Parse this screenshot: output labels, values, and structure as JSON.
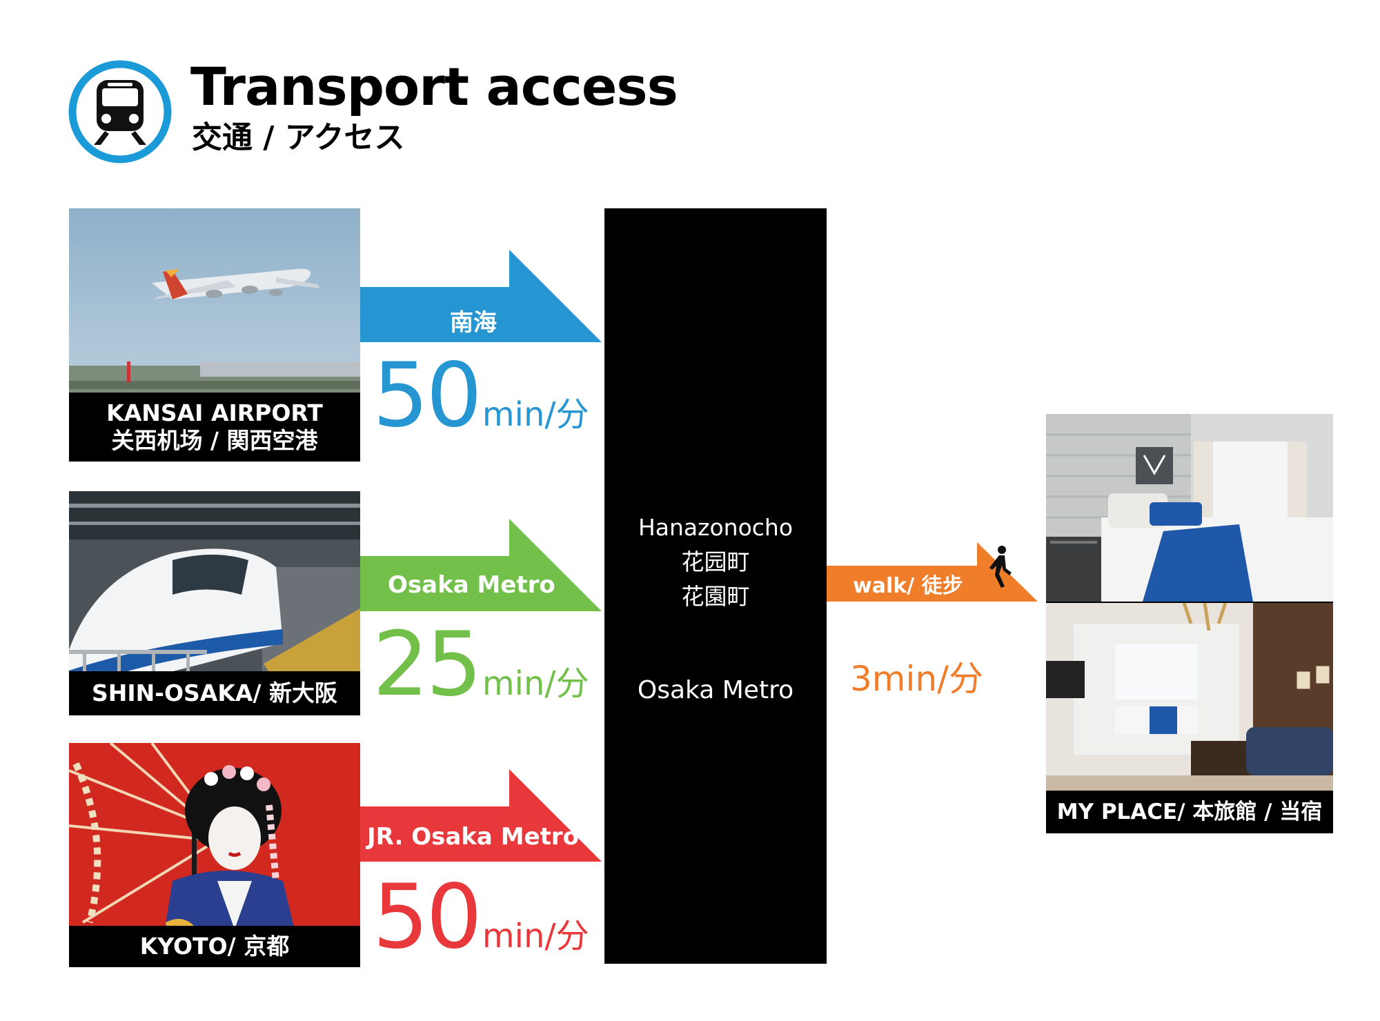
{
  "header": {
    "title": "Transport access",
    "subtitle": "交通 / アクセス",
    "icon": "train-icon",
    "accent_color": "#1a9ad6"
  },
  "origins": [
    {
      "caption_line1": "KANSAI AIRPORT",
      "caption_line2": "关西机场 / 関西空港",
      "photo": "airplane-photo",
      "route_label": "南海",
      "time_value": "50",
      "time_unit": "min/分",
      "color": "#2596d1"
    },
    {
      "caption_line1": "SHIN-OSAKA/ 新大阪",
      "photo": "bullet-train-photo",
      "route_label": "Osaka Metro",
      "time_value": "25",
      "time_unit": "min/分",
      "color": "#72c04a"
    },
    {
      "caption_line1": "KYOTO/ 京都",
      "photo": "geisha-photo",
      "route_label": "JR. Osaka Metro",
      "time_value": "50",
      "time_unit": "min/分",
      "color": "#e8383c"
    }
  ],
  "station": {
    "name_en": "Hanazonocho",
    "name_zh": "花园町",
    "name_ja": "花園町",
    "line": "Osaka Metro"
  },
  "walk": {
    "label": "walk/ 徒步",
    "icon": "walking-person-icon",
    "time": "3min/分",
    "color": "#f07d2a"
  },
  "destination": {
    "caption": "MY PLACE/ 本旅館 / 当宿",
    "photos": [
      "bedroom-photo",
      "living-room-photo"
    ]
  }
}
